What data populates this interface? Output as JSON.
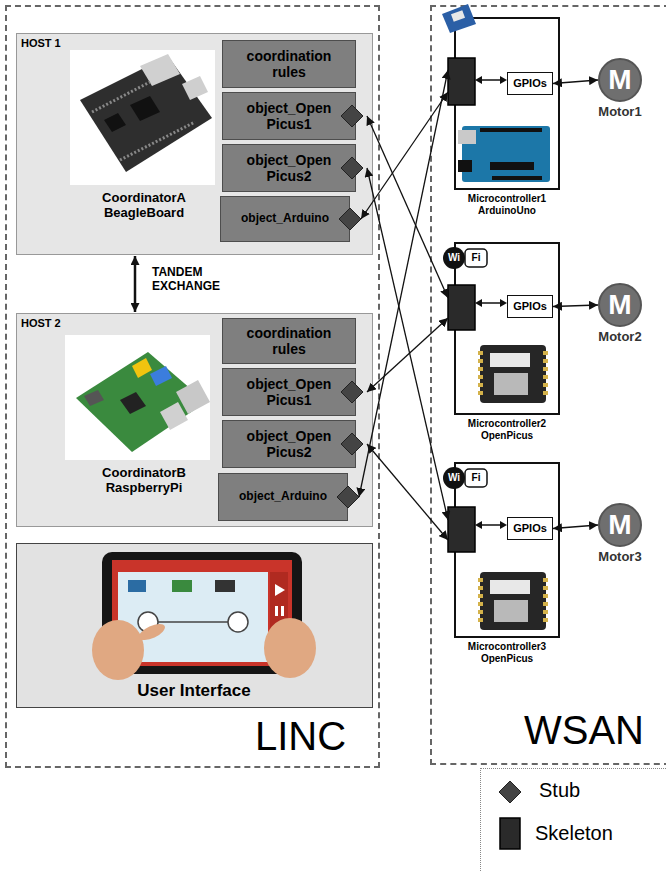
{
  "diagram": {
    "nodes": [
      {
        "text": [
          "LINC"
        ]
      },
      {
        "text": [
          "HOST 1",
          "CoordinatorA BeagleBoard"
        ],
        "in": 0
      },
      {
        "text": [
          "coordination rules"
        ],
        "in": 1
      },
      {
        "text": [
          "object_Open Picus1"
        ],
        "in": 1
      },
      {
        "text": [
          "object_Open Picus2"
        ],
        "in": 1
      },
      {
        "text": [
          "object_Arduino"
        ],
        "in": 1
      },
      {
        "text": [
          "HOST 2",
          "CoordinatorB RaspberryPi"
        ],
        "in": 0
      },
      {
        "text": [
          "coordination rules"
        ],
        "in": 6
      },
      {
        "text": [
          "object_Open Picus1"
        ],
        "in": 6
      },
      {
        "text": [
          "object_Open Picus2"
        ],
        "in": 6
      },
      {
        "text": [
          "object_Arduino"
        ],
        "in": 6
      },
      {
        "text": [
          "User Interface"
        ],
        "in": 0
      },
      {
        "text": [
          "WSAN"
        ]
      },
      {
        "text": [
          "Microcontroller1 ArduinoUno"
        ],
        "in": 12
      },
      {
        "text": [
          "GPIOs"
        ],
        "in": 13
      },
      {
        "text": [
          "Microcontroller2 OpenPicus"
        ],
        "in": 12
      },
      {
        "text": [
          "GPIOs"
        ],
        "in": 15
      },
      {
        "text": [
          "Microcontroller3 OpenPicus"
        ],
        "in": 12
      },
      {
        "text": [
          "GPIOs"
        ],
        "in": 17
      },
      {
        "text": [
          "M",
          "Motor1"
        ],
        "in": 12
      },
      {
        "text": [
          "M",
          "Motor2"
        ],
        "in": 12
      },
      {
        "text": [
          "M",
          "Motor3"
        ],
        "in": 12
      }
    ],
    "edges": [
      {
        "from": 1,
        "to": 6,
        "arrow": "both",
        "label": "TANDEM EXCHANGE"
      },
      {
        "from": 3,
        "to": 15,
        "arrow": "both"
      },
      {
        "from": 4,
        "to": 17,
        "arrow": "both"
      },
      {
        "from": 5,
        "to": 13,
        "arrow": "both"
      },
      {
        "from": 8,
        "to": 15,
        "arrow": "both"
      },
      {
        "from": 9,
        "to": 17,
        "arrow": "both"
      },
      {
        "from": 10,
        "to": 13,
        "arrow": "both"
      },
      {
        "from": 14,
        "to": 19,
        "arrow": "both"
      },
      {
        "from": 16,
        "to": 20,
        "arrow": "both"
      },
      {
        "from": 18,
        "to": 21,
        "arrow": "both"
      }
    ],
    "labels": [
      "Wi",
      "Fi",
      "Wi",
      "Fi"
    ],
    "legend": [
      {
        "text": "Stub"
      },
      {
        "text": "Skeleton"
      }
    ]
  }
}
